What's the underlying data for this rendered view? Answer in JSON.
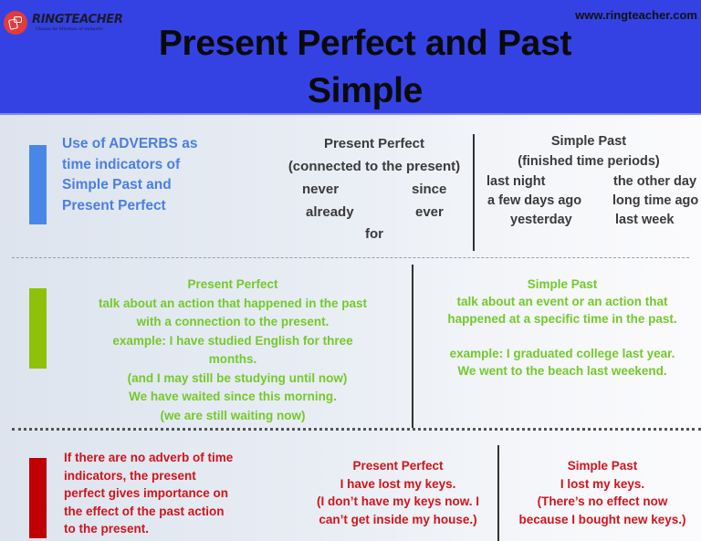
{
  "header": {
    "logo": {
      "icon": "chat-cards-icon",
      "name": "RINGTEACHER",
      "tagline": "Clases de idiomas al instante"
    },
    "website": "www.ringteacher.com",
    "title_line1": "Present Perfect and Past",
    "title_line2": "Simple",
    "background_color": "#3442e4"
  },
  "section_adverbs": {
    "accent_color": "#4a86e8",
    "intro": [
      "Use of ADVERBS as",
      "time indicators of",
      "Simple Past and",
      "Present Perfect"
    ],
    "present_perfect": {
      "heading": "Present Perfect",
      "subheading": "(connected to the present)",
      "adverbs": [
        "never",
        "since",
        "already",
        "ever",
        "for"
      ]
    },
    "simple_past": {
      "heading": "Simple Past",
      "subheading": "(finished time periods)",
      "adverbs": [
        "last night",
        "the other day",
        "a few days ago",
        "long time ago",
        "yesterday",
        "last week"
      ]
    }
  },
  "section_usage": {
    "accent_color": "#8fc10a",
    "present_perfect": {
      "heading": "Present Perfect",
      "lines": [
        "talk about an action that happened in the past",
        "with a connection to the present.",
        "example: I have studied English for three",
        "months.",
        "(and I may still be studying until now)",
        "We have waited since this morning.",
        "(we are still waiting now)"
      ]
    },
    "simple_past": {
      "heading": "Simple Past",
      "lines": [
        "talk about an event or an action that",
        "happened at a specific time in the past.",
        "",
        "example: I graduated college last year.",
        "We went to the beach last weekend."
      ]
    }
  },
  "section_effect": {
    "accent_color": "#c00000",
    "intro": [
      "If there are no adverb of time",
      "indicators, the present",
      "perfect gives importance on",
      "the effect of the past action",
      "to the present."
    ],
    "present_perfect": {
      "heading": "Present Perfect",
      "lines": [
        "I have lost my keys.",
        "(I don’t have my keys now. I",
        "can’t get inside my house.)"
      ]
    },
    "simple_past": {
      "heading": "Simple Past",
      "lines": [
        "I lost my keys.",
        "(There’s no effect now",
        "because I bought new keys.)"
      ]
    }
  }
}
